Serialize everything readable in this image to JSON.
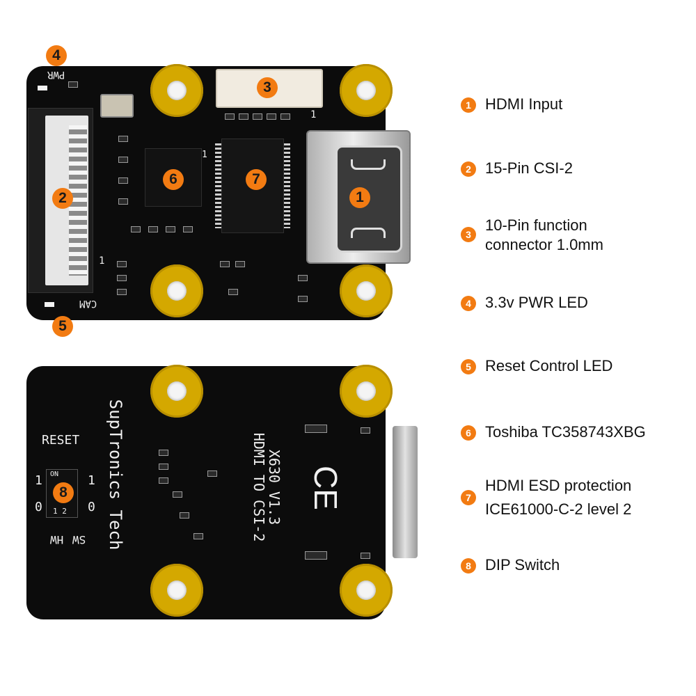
{
  "board_top": {
    "silk_pwr": "PWR",
    "silk_cam": "CAM",
    "silk_pin1_a": "1",
    "silk_pin1_b": "1",
    "silk_pin1_c": "1"
  },
  "board_bottom": {
    "brand": "SupTronics Tech",
    "model": "X630 V1.3",
    "product_line1": "HDMI TO CSI-2",
    "ce_mark": "CE",
    "reset_label": "RESET",
    "dip_on": "ON",
    "dip_pins": "1 2",
    "dip_left_top": "1",
    "dip_left_bottom": "0",
    "dip_right_top": "1",
    "dip_right_bottom": "0",
    "hw_label": "HW",
    "sw_label": "SW"
  },
  "markers": {
    "m1": "1",
    "m2": "2",
    "m3": "3",
    "m4": "4",
    "m5": "5",
    "m6": "6",
    "m7": "7",
    "m8": "8"
  },
  "legend": [
    {
      "num": "1",
      "text": "HDMI Input"
    },
    {
      "num": "2",
      "text": "15-Pin CSI-2"
    },
    {
      "num": "3",
      "line1": "10-Pin function",
      "line2": "connector 1.0mm"
    },
    {
      "num": "4",
      "text": "3.3v PWR LED"
    },
    {
      "num": "5",
      "text": "Reset Control LED"
    },
    {
      "num": "6",
      "text": "Toshiba TC358743XBG"
    },
    {
      "num": "7",
      "line1": "HDMI ESD protection",
      "line2": "ICE61000-C-2 level 2"
    },
    {
      "num": "8",
      "text": "DIP Switch"
    }
  ],
  "colors": {
    "marker": "#f27b12",
    "board": "#0c0c0c",
    "gold": "#d4a800"
  }
}
